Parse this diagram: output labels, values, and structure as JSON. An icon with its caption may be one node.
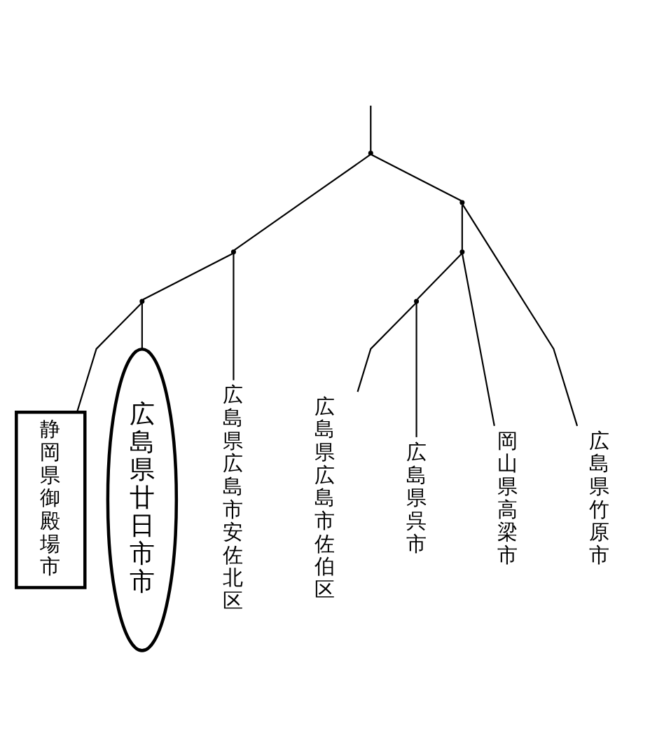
{
  "diagram": {
    "nodes": [
      {
        "text": [],
        "shape": "point"
      },
      {
        "text": [],
        "shape": "point"
      },
      {
        "text": [],
        "shape": "point"
      },
      {
        "text": [],
        "shape": "point"
      },
      {
        "text": [],
        "shape": "point"
      },
      {
        "text": [],
        "shape": "point"
      },
      {
        "text": [
          "静岡県御殿場市"
        ]
      },
      {
        "text": [
          "広島県廿日市市"
        ]
      },
      {
        "text": [
          "広島県広島市安佐北区"
        ]
      },
      {
        "text": [
          "広島県広島市佐伯区"
        ]
      },
      {
        "text": [
          "広島県呉市"
        ]
      },
      {
        "text": [
          "岡山県高梁市"
        ]
      },
      {
        "text": [
          "広島県竹原市"
        ]
      }
    ],
    "edges": [
      {
        "from": null,
        "to": 0,
        "arrow": "none"
      },
      {
        "from": 0,
        "to": 1,
        "arrow": "none"
      },
      {
        "from": 0,
        "to": 2,
        "arrow": "none"
      },
      {
        "from": 1,
        "to": 3,
        "arrow": "none"
      },
      {
        "from": 1,
        "to": 8,
        "arrow": "none"
      },
      {
        "from": 3,
        "to": 6,
        "arrow": "none"
      },
      {
        "from": 3,
        "to": 7,
        "arrow": "none"
      },
      {
        "from": 2,
        "to": 4,
        "arrow": "none"
      },
      {
        "from": 2,
        "to": 12,
        "arrow": "none"
      },
      {
        "from": 4,
        "to": 5,
        "arrow": "none"
      },
      {
        "from": 4,
        "to": 11,
        "arrow": "none"
      },
      {
        "from": 5,
        "to": 9,
        "arrow": "none"
      },
      {
        "from": 5,
        "to": 10,
        "arrow": "none"
      }
    ]
  }
}
